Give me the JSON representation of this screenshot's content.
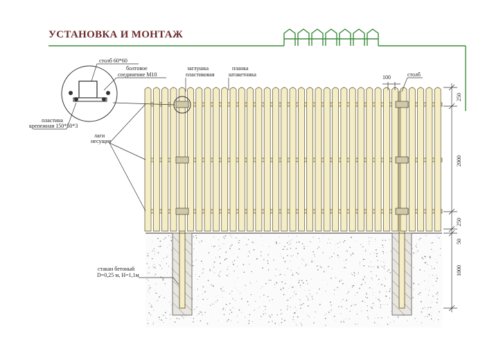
{
  "header": {
    "title": "УСТАНОВКА И МОНТАЖ",
    "accent_color": "#3a8a3a",
    "title_color": "#6b2b2b"
  },
  "labels": {
    "post_size": "столб 60*60",
    "bolt": "болтовое соединение М10",
    "bolt_line1": "болтовое",
    "bolt_line2": "соединение М10",
    "cap": "заглушка пластиковая",
    "cap_line1": "заглушка",
    "cap_line2": "пластиковая",
    "picket": "планка штакетника",
    "picket_line1": "планка",
    "picket_line2": "штакетника",
    "plate": "пластина крепежная 150*50*3",
    "plate_line1": "пластина",
    "plate_line2": "крепежная 150*50*3",
    "rails": "лаги несущие",
    "rails_line1": "лаги",
    "rails_line2": "несущие",
    "post": "столб",
    "concrete": "стакан бетоный D=0,25 м, H=1,1м",
    "concrete_line1": "стакан бетоный",
    "concrete_line2": "D=0,25 м, H=1,1м"
  },
  "dimensions": {
    "gap": "100",
    "top_segment": "250",
    "height": "2000",
    "bottom_segment": "250",
    "ground_gap": "50",
    "depth": "1000"
  },
  "colors": {
    "picket_fill": "#f4edc6",
    "picket_stroke": "#5a4e2a",
    "ground_fill": "#ffffff",
    "ground_speck": "#8a8a8a",
    "line": "#333333",
    "accent": "#3a8a3a"
  }
}
